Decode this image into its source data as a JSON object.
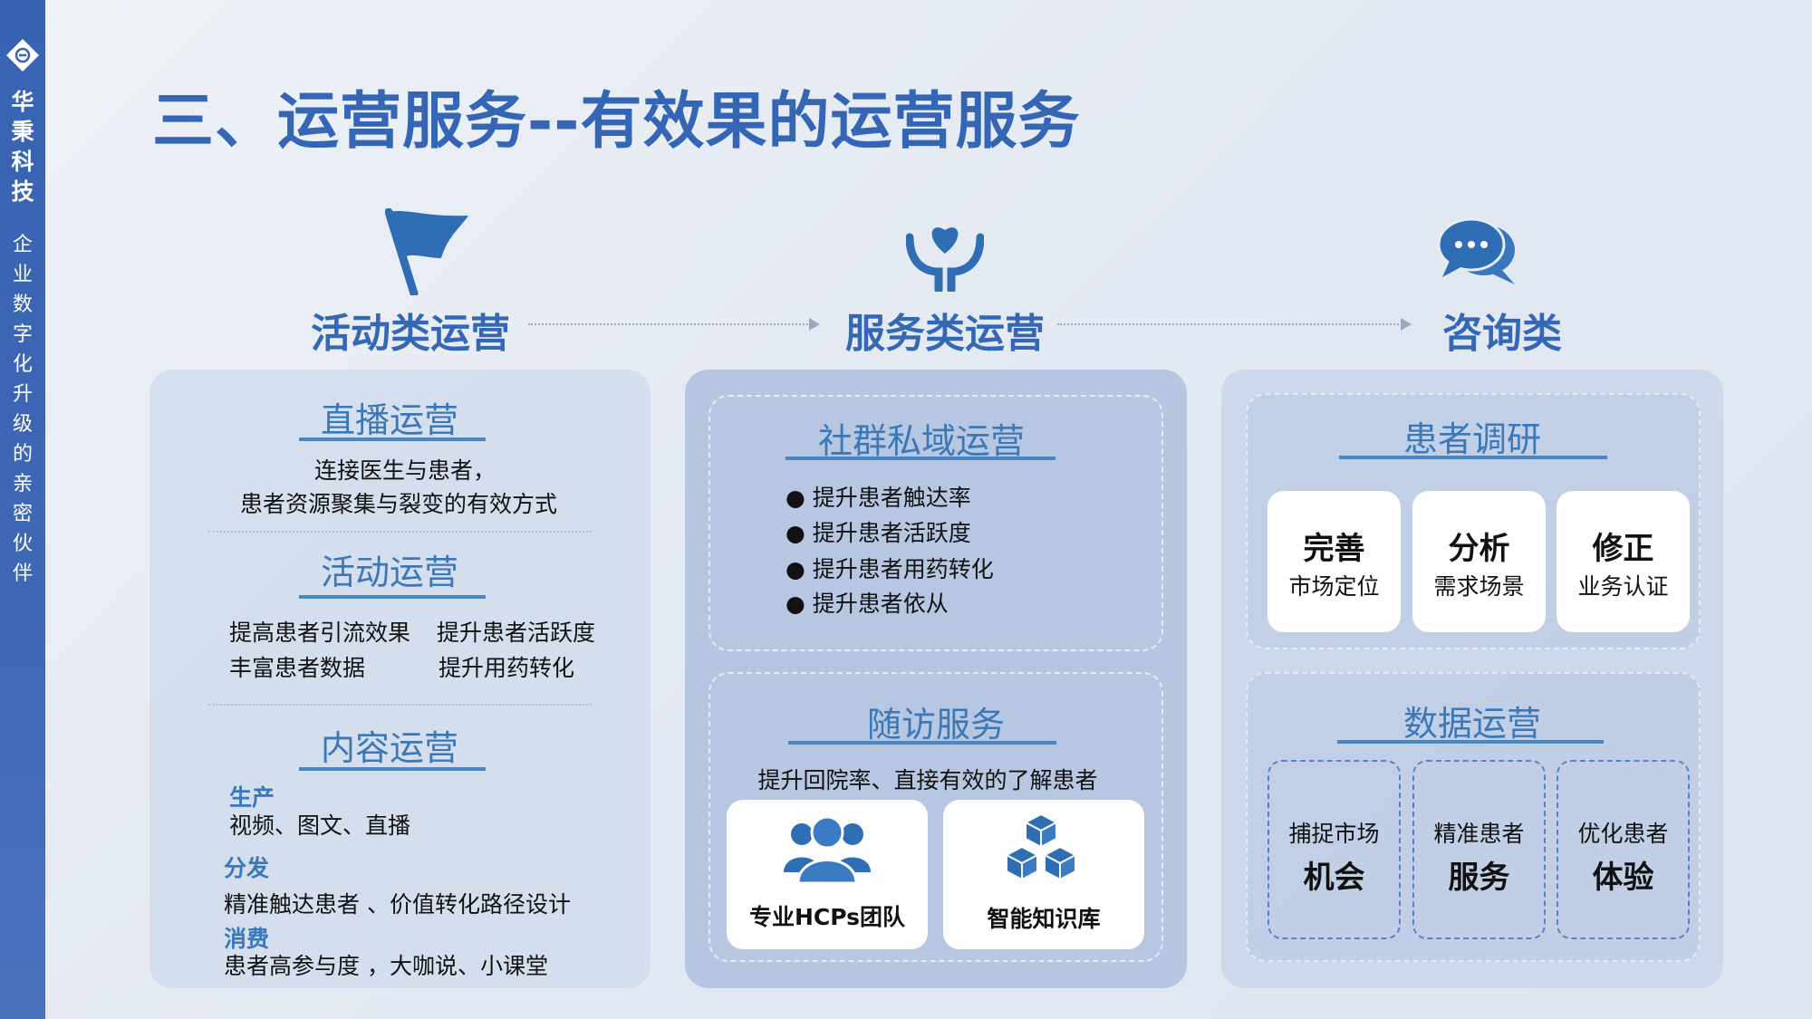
{
  "sidebar": {
    "brand": [
      "华",
      "秉",
      "科",
      "技"
    ],
    "slogan": [
      "企",
      "业",
      "数",
      "字",
      "化",
      "升",
      "级",
      "的",
      "亲",
      "密",
      "伙",
      "伴"
    ]
  },
  "title": "三、运营服务--有效果的运营服务",
  "columns": [
    {
      "heading": "活动类运营",
      "icon": "flag-icon"
    },
    {
      "heading": "服务类运营",
      "icon": "heart-hands-icon"
    },
    {
      "heading": "咨询类",
      "icon": "chat-bubbles-icon"
    }
  ],
  "col1": {
    "live": {
      "title": "直播运营",
      "lines": [
        "连接医生与患者，",
        "患者资源聚集与裂变的有效方式"
      ]
    },
    "activity": {
      "title": "活动运营",
      "items": [
        "提高患者引流效果",
        "提升患者活跃度",
        "丰富患者数据",
        "提升用药转化"
      ]
    },
    "content": {
      "title": "内容运营",
      "produce_label": "生产",
      "produce_text": "视频、图文、直播",
      "distribute_label": "分发",
      "distribute_text": "精准触达患者 、价值转化路径设计",
      "consume_label": "消费",
      "consume_text": "患者高参与度 ，大咖说、小课堂"
    }
  },
  "col2": {
    "community": {
      "title": "社群私域运营",
      "bullets": [
        "提升患者触达率",
        "提升患者活跃度",
        "提升患者用药转化",
        "提升患者依从"
      ]
    },
    "followup": {
      "title": "随访服务",
      "text": "提升回院率、直接有效的了解患者",
      "cards": [
        "专业HCPs团队",
        "智能知识库"
      ]
    }
  },
  "col3": {
    "research": {
      "title": "患者调研",
      "cards": [
        {
          "main": "完善",
          "sub": "市场定位"
        },
        {
          "main": "分析",
          "sub": "需求场景"
        },
        {
          "main": "修正",
          "sub": "业务认证"
        }
      ]
    },
    "data": {
      "title": "数据运营",
      "cards": [
        {
          "sub": "捕捉市场",
          "main": "机会"
        },
        {
          "sub": "精准患者",
          "main": "服务"
        },
        {
          "sub": "优化患者",
          "main": "体验"
        }
      ]
    }
  }
}
